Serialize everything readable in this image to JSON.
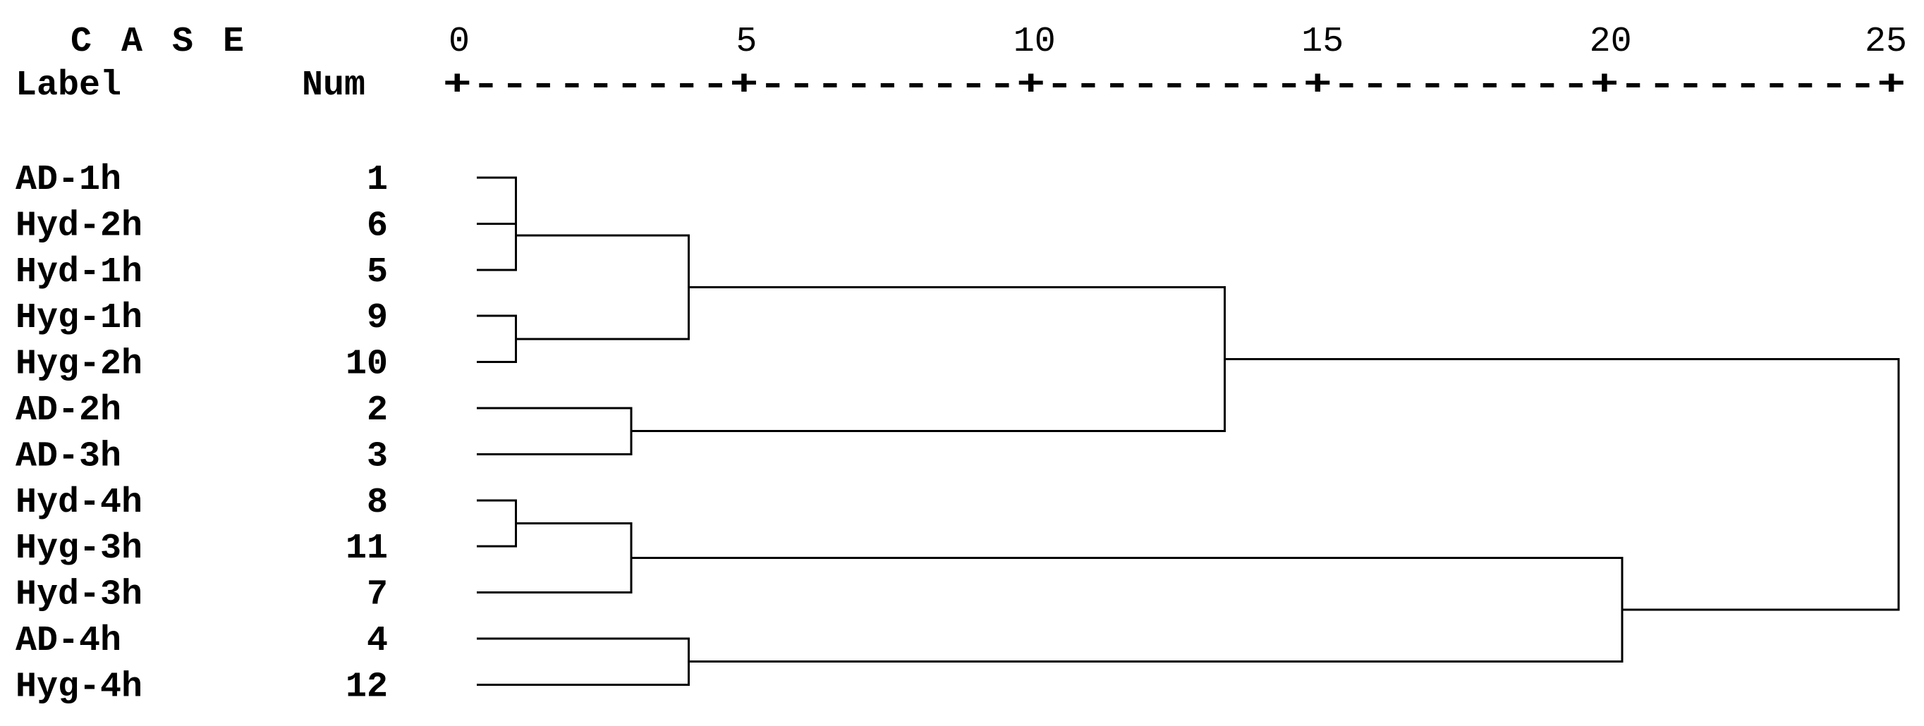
{
  "header": {
    "case_label": "C A S E",
    "label_column": "Label",
    "num_column": "Num"
  },
  "axis": {
    "ticks": [
      "0",
      "5",
      "10",
      "15",
      "20",
      "25"
    ],
    "ruler": "+---------+---------+---------+---------+---------+",
    "min": 0,
    "max": 25
  },
  "cases": [
    {
      "label": "AD-1h",
      "num": "1"
    },
    {
      "label": "Hyd-2h",
      "num": "6"
    },
    {
      "label": "Hyd-1h",
      "num": "5"
    },
    {
      "label": "Hyg-1h",
      "num": "9"
    },
    {
      "label": "Hyg-2h",
      "num": "10"
    },
    {
      "label": "AD-2h",
      "num": "2"
    },
    {
      "label": "AD-3h",
      "num": "3"
    },
    {
      "label": "Hyd-4h",
      "num": "8"
    },
    {
      "label": "Hyg-3h",
      "num": "11"
    },
    {
      "label": "Hyd-3h",
      "num": "7"
    },
    {
      "label": "AD-4h",
      "num": "4"
    },
    {
      "label": "Hyg-4h",
      "num": "12"
    }
  ],
  "merges": [
    {
      "id": "m1",
      "left": "r0",
      "right": "r1",
      "height": 1
    },
    {
      "id": "m2",
      "left": "m1",
      "right": "r2",
      "height": 1
    },
    {
      "id": "m3",
      "left": "r3",
      "right": "r4",
      "height": 1
    },
    {
      "id": "m4",
      "left": "m2",
      "right": "m3",
      "height": 4
    },
    {
      "id": "m5",
      "left": "r7",
      "right": "r8",
      "height": 1
    },
    {
      "id": "m6",
      "left": "m5",
      "right": "r9",
      "height": 3
    },
    {
      "id": "m7",
      "left": "r5",
      "right": "r6",
      "height": 3
    },
    {
      "id": "m8",
      "left": "r10",
      "right": "r11",
      "height": 4
    },
    {
      "id": "m9",
      "left": "m4",
      "right": "m7",
      "height": 13.3
    },
    {
      "id": "m10",
      "left": "m6",
      "right": "m8",
      "height": 20.2
    },
    {
      "id": "m11",
      "left": "m9",
      "right": "m10",
      "height": 25
    }
  ]
}
